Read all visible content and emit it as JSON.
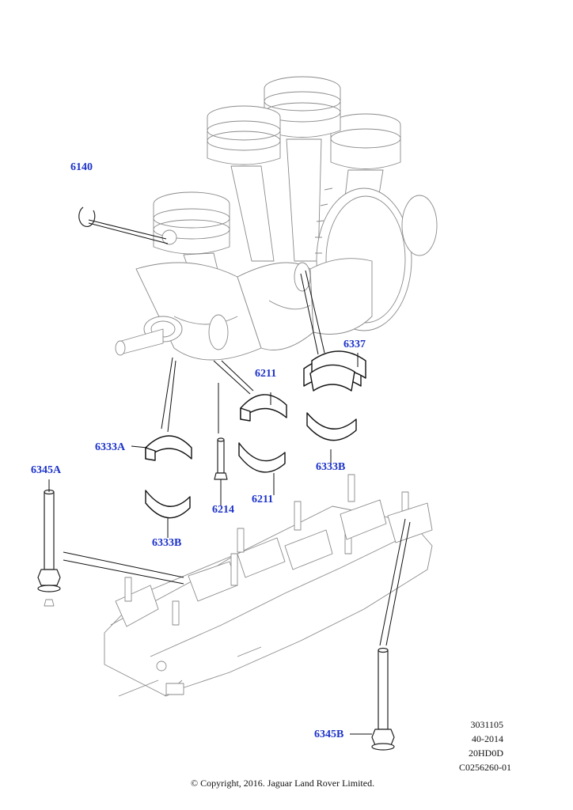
{
  "diagram": {
    "callouts": {
      "c6140": "6140",
      "c6337": "6337",
      "c6211_upper": "6211",
      "c6333A": "6333A",
      "c6333B_right": "6333B",
      "c6345A": "6345A",
      "c6214": "6214",
      "c6211_lower": "6211",
      "c6333B_left": "6333B",
      "c6345B": "6345B"
    },
    "reference": {
      "line1": "3031105",
      "line2": "40-2014",
      "line3": "20HD0D",
      "line4": "C0256260-01"
    },
    "copyright": "© Copyright, 2016. Jaguar Land Rover Limited."
  }
}
